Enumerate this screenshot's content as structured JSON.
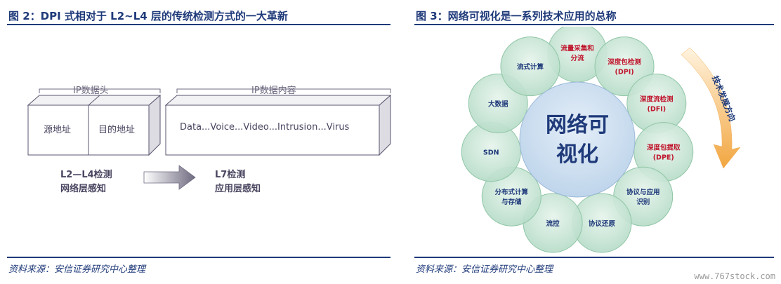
{
  "left": {
    "title": "图 2：DPI 式相对于 L2~L4 层的传统检测方式的一大革新",
    "source": "资料来源：安信证券研究中心整理",
    "ip_header_label": "IP数据头",
    "ip_content_label": "IP数据内容",
    "src_addr": "源地址",
    "dst_addr": "目的地址",
    "payload": "Data...Voice...Video...Intrusion...Virus",
    "l2l4_line1": "L2—L4检测",
    "l2l4_line2": "网络层感知",
    "l7_line1": "L7检测",
    "l7_line2": "应用层感知"
  },
  "right": {
    "title": "图 3：网络可视化是一系列技术应用的总称",
    "source": "资料来源：安信证券研究中心整理",
    "center_line1": "网络可",
    "center_line2": "视化",
    "direction_label": "技术发展方向",
    "petals": [
      {
        "line1": "流量采集和",
        "line2": "分流",
        "color": "#c0152c"
      },
      {
        "line1": "深度包检测",
        "line2": "(DPI)",
        "color": "#c0152c"
      },
      {
        "line1": "深度流检测",
        "line2": "(DFI)",
        "color": "#c0152c"
      },
      {
        "line1": "深度包提取",
        "line2": "(DPE)",
        "color": "#c0152c"
      },
      {
        "line1": "协议与应用",
        "line2": "识别",
        "color": "#1f3a7a"
      },
      {
        "line1": "协议还原",
        "line2": "",
        "color": "#1f3a7a"
      },
      {
        "line1": "流控",
        "line2": "",
        "color": "#1f3a7a"
      },
      {
        "line1": "分布式计算",
        "line2": "与存储",
        "color": "#1f3a7a"
      },
      {
        "line1": "SDN",
        "line2": "",
        "color": "#1f3a7a"
      },
      {
        "line1": "大数据",
        "line2": "",
        "color": "#1f3a7a"
      },
      {
        "line1": "流式计算",
        "line2": "",
        "color": "#1f3a7a"
      }
    ]
  },
  "watermark": "www.767stock.com"
}
